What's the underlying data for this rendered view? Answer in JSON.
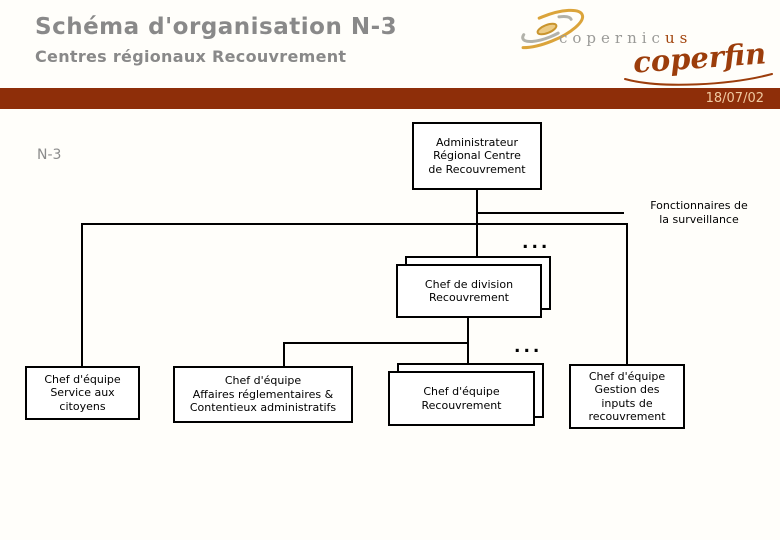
{
  "header": {
    "title": "Schéma d'organisation N-3",
    "subtitle": "Centres régionaux Recouvrement"
  },
  "logo": {
    "wordmark_gray": "copernic",
    "wordmark_accent": "us",
    "script": "coperfin"
  },
  "banner": {
    "date": "18/07/02"
  },
  "diagram": {
    "level_label": "N-3",
    "ellipsis_top": "...",
    "ellipsis_bottom": "...",
    "nodes": {
      "administrator": {
        "lines": [
          "Administrateur",
          "Régional Centre",
          "de Recouvrement"
        ]
      },
      "surveillance": {
        "lines": [
          "Fonctionnaires de",
          "la surveillance"
        ]
      },
      "division_chief": {
        "lines": [
          "Chef de division",
          "Recouvrement"
        ]
      },
      "team_citizens": {
        "lines": [
          "Chef d'équipe",
          "Service aux",
          "citoyens"
        ]
      },
      "team_legal": {
        "lines": [
          "Chef d'équipe",
          "Affaires réglementaires &",
          "Contentieux administratifs"
        ]
      },
      "team_recovery": {
        "lines": [
          "Chef d'équipe",
          "Recouvrement"
        ]
      },
      "team_inputs": {
        "lines": [
          "Chef d'équipe",
          "Gestion des",
          "inputs de",
          "recouvrement"
        ]
      }
    }
  },
  "colors": {
    "banner_bg": "#8e2e09",
    "banner_date_text": "#f0c9a0",
    "title_gray": "#898989",
    "logo_gray": "#9b9b98",
    "logo_rust": "#9c3d0b",
    "node_border": "#000000",
    "node_fill": "#ffffff"
  }
}
